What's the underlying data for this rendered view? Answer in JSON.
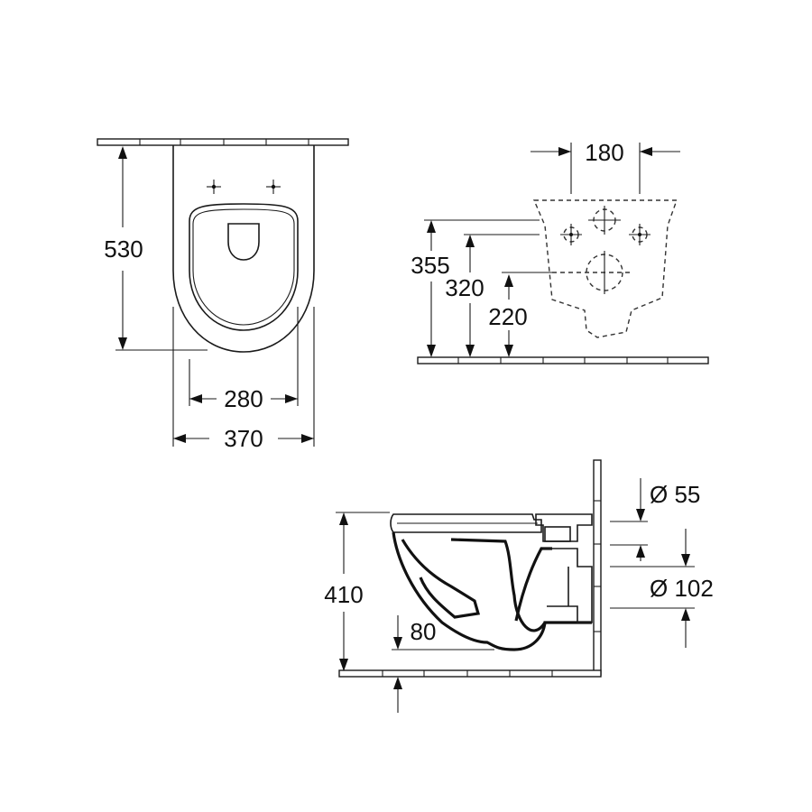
{
  "top_view": {
    "depth_label": "530",
    "inner_width_label": "280",
    "outer_width_label": "370"
  },
  "back_view": {
    "hole_spacing_label": "180",
    "height_355_label": "355",
    "height_320_label": "320",
    "height_220_label": "220"
  },
  "side_view": {
    "height_label": "410",
    "outlet_height_label": "80",
    "inlet_diameter_label": "Ø 55",
    "outlet_diameter_label": "Ø 102"
  }
}
